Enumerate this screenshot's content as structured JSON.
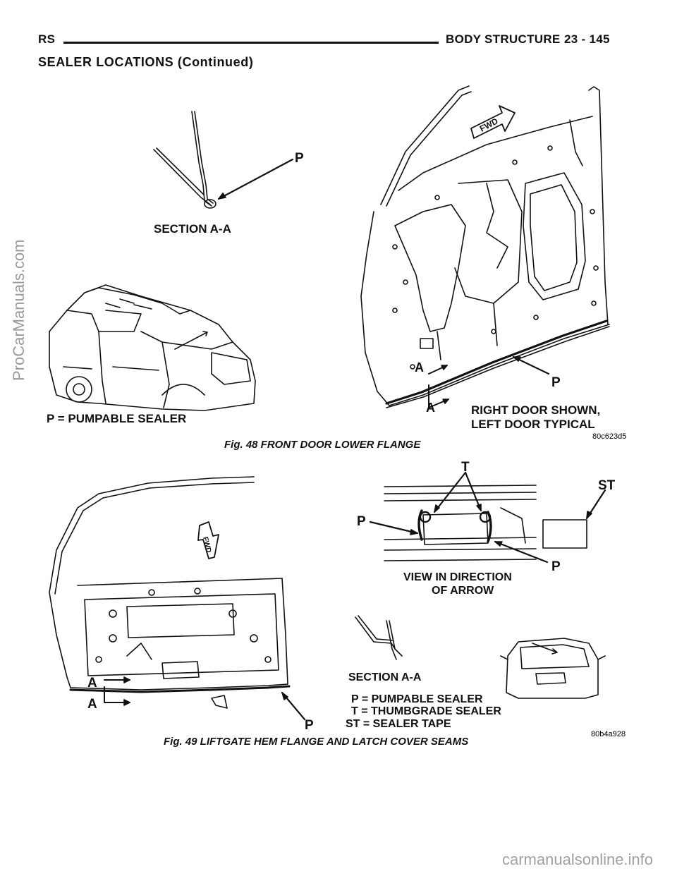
{
  "header": {
    "left": "RS",
    "title": "BODY STRUCTURE",
    "page": "23 - 145"
  },
  "section_heading": "SEALER LOCATIONS (Continued)",
  "figure48": {
    "callouts": {
      "p_top": "P",
      "section": "SECTION A-A",
      "fwd": "FWD",
      "a_upper": "A",
      "a_lower": "A",
      "p_lower": "P",
      "legend": "P = PUMPABLE SEALER",
      "note_line1": "RIGHT DOOR SHOWN,",
      "note_line2": "LEFT DOOR TYPICAL"
    },
    "code": "80c623d5",
    "caption": "Fig. 48 FRONT DOOR LOWER FLANGE"
  },
  "figure49": {
    "callouts": {
      "fwd": "FWD",
      "t": "T",
      "st": "ST",
      "p_left": "P",
      "p_right": "P",
      "view_line1": "VIEW IN DIRECTION",
      "view_line2": "OF ARROW",
      "a_upper": "A",
      "a_lower": "A",
      "p_bottom": "P",
      "section": "SECTION A-A",
      "legend1": "P = PUMPABLE SEALER",
      "legend2": "T = THUMBGRADE SEALER",
      "legend3": "ST = SEALER TAPE"
    },
    "code": "80b4a928",
    "caption": "Fig. 49 LIFTGATE HEM FLANGE AND LATCH COVER SEAMS"
  },
  "watermark_side": "ProCarManuals.com",
  "watermark_footer": "carmanualsonline.info"
}
